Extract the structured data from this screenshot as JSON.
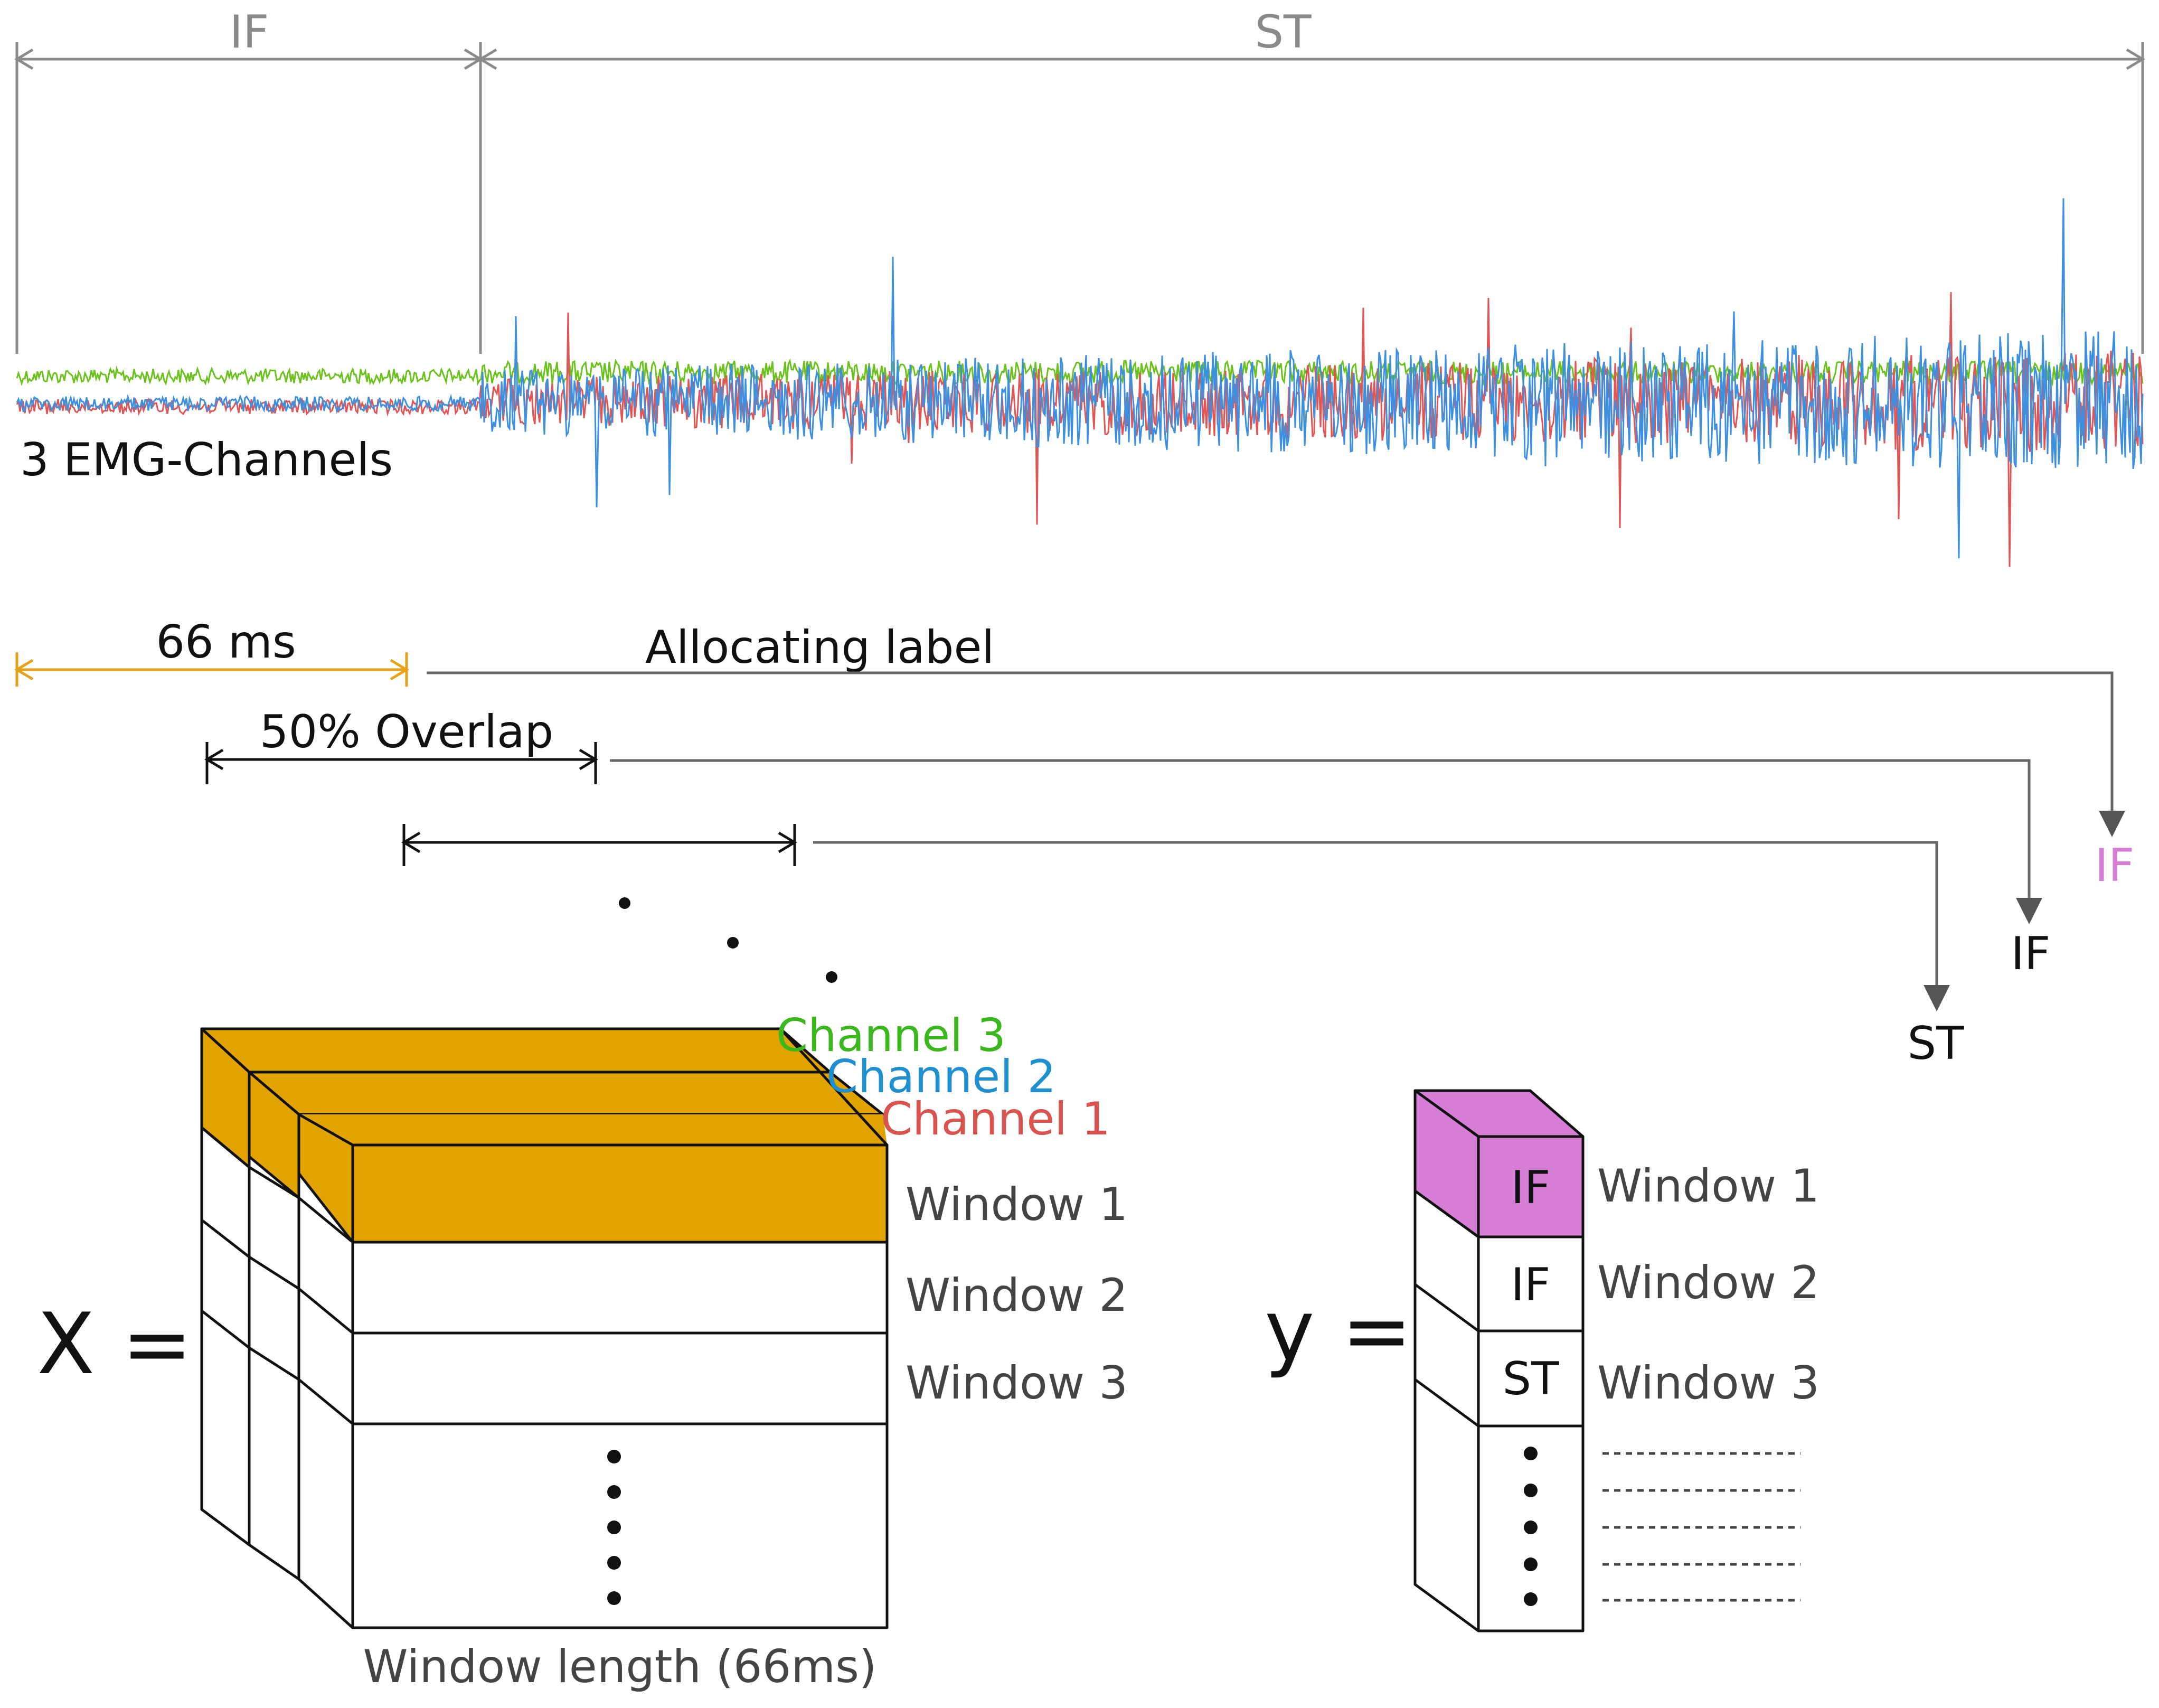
{
  "phases": {
    "if_label": "IF",
    "st_label": "ST"
  },
  "signal": {
    "label": "3 EMG-Channels",
    "channels": [
      {
        "name": "Channel 1",
        "color": "#e05555"
      },
      {
        "name": "Channel 2",
        "color": "#3d8fe0"
      },
      {
        "name": "Channel 3",
        "color": "#6cc21c"
      }
    ]
  },
  "windowing": {
    "window_length_label": "66 ms",
    "overlap_label": "50% Overlap",
    "allocating_label": "Allocating label",
    "allocated": [
      {
        "label": "IF",
        "color": "#d67ed6"
      },
      {
        "label": "IF",
        "color": "#111111"
      },
      {
        "label": "ST",
        "color": "#111111"
      }
    ]
  },
  "x_tensor": {
    "symbol": "X =",
    "channel_labels": [
      {
        "text": "Channel 3",
        "color": "#3cb81f"
      },
      {
        "text": "Channel 2",
        "color": "#1f8fd0"
      },
      {
        "text": "Channel 1",
        "color": "#d9534f"
      }
    ],
    "window_labels": [
      "Window 1",
      "Window 2",
      "Window 3"
    ],
    "axis_label": "Window length (66ms)",
    "highlight_color": "#e0a300"
  },
  "y_vector": {
    "symbol": "y =",
    "cells": [
      "IF",
      "IF",
      "ST"
    ],
    "window_labels": [
      "Window 1",
      "Window 2",
      "Window 3"
    ],
    "highlight_color": "#d67ed6"
  },
  "colors": {
    "gray": "#8a8a8a",
    "orange_arrow": "#e6a21a",
    "dark": "#222222",
    "label_gray": "#444444"
  }
}
